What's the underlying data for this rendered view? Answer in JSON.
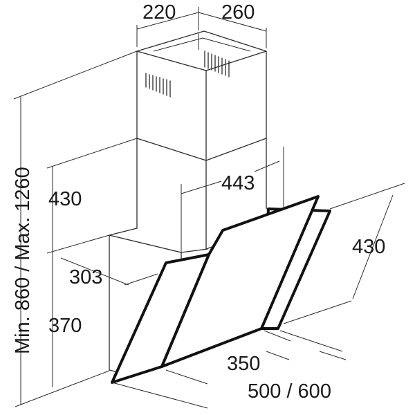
{
  "dimensions": {
    "chimney_depth": "220",
    "chimney_width": "260",
    "height_range": "Min. 860 / Max. 1260",
    "upper_height": "430",
    "canopy_height": "370",
    "canopy_depth": "303",
    "chimney_offset": "443",
    "glass_height": "430",
    "glass_depth": "350",
    "hood_width": "500 / 600"
  },
  "colors": {
    "line": "#2a2a2a",
    "glass_edge": "#111111",
    "background": "#ffffff"
  }
}
